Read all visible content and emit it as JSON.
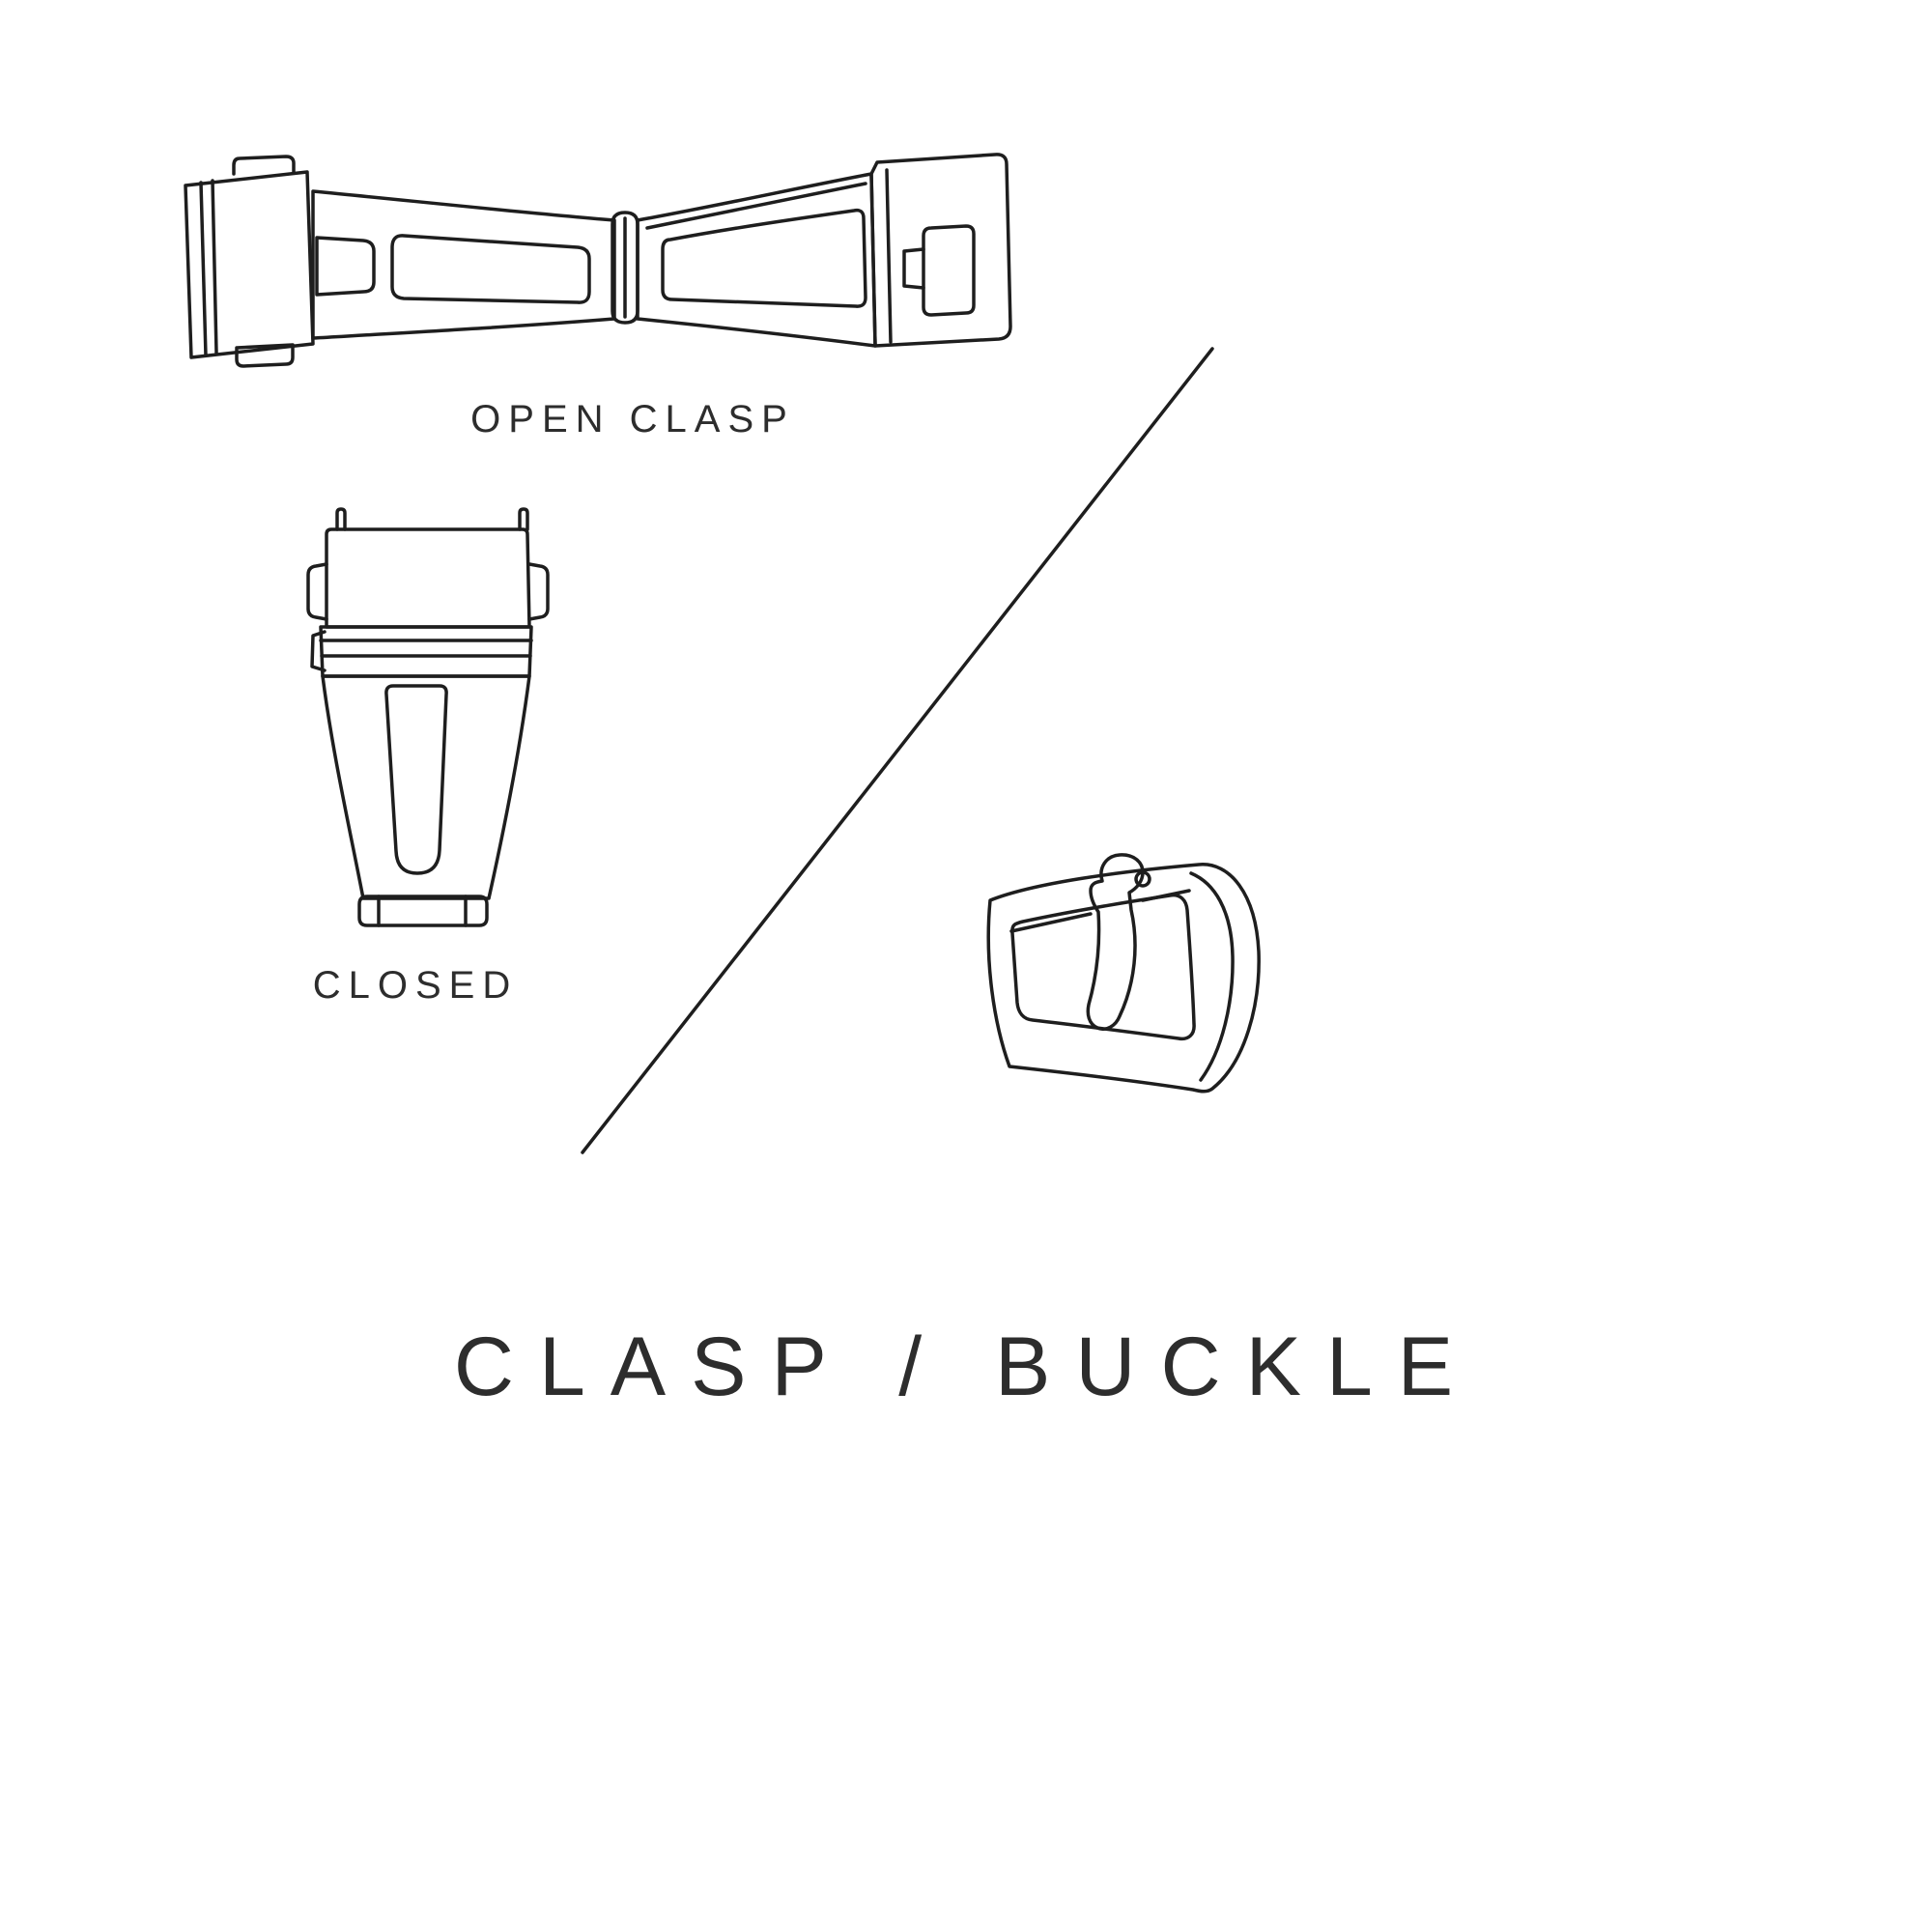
{
  "theme": {
    "background": "#ffffff",
    "line_color": "#1e1e1e",
    "text_color": "#2d2d2d"
  },
  "diagram": {
    "title": "CLASP / BUCKLE",
    "illustrations": [
      {
        "icon": "open-clasp-illustration",
        "label": "OPEN CLASP"
      },
      {
        "icon": "closed-clasp-illustration",
        "label": "CLOSED"
      },
      {
        "icon": "tang-buckle-illustration",
        "label": ""
      }
    ],
    "divider": "diagonal-line"
  }
}
